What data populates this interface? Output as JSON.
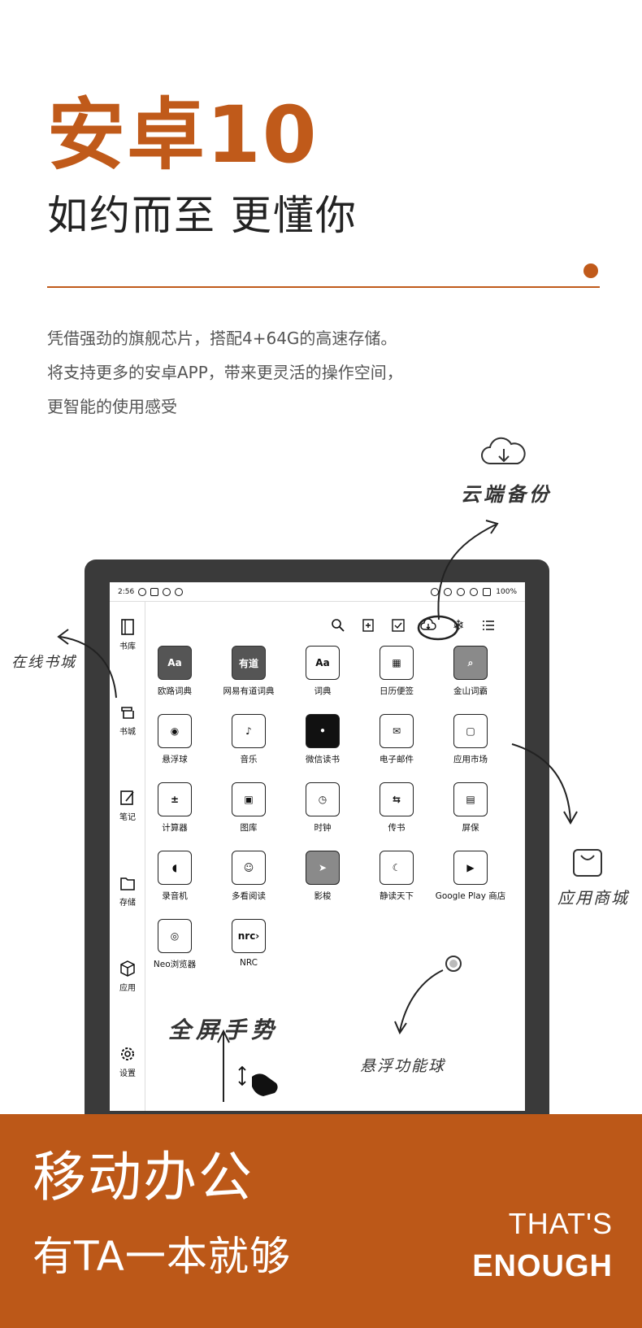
{
  "header": {
    "title": "安卓10",
    "subtitle": "如约而至 更懂你",
    "description": [
      "凭借强劲的旗舰芯片，搭配4+64G的高速存储。",
      "将支持更多的安卓APP，带来更灵活的操作空间，",
      "更智能的使用感受"
    ]
  },
  "annotations": {
    "cloud_backup": "云端备份",
    "online_store": "在线书城",
    "app_store": "应用商城",
    "fullscreen_gesture": "全屏手势",
    "floating_ball": "悬浮功能球"
  },
  "statusbar": {
    "time": "2:56",
    "battery": "100%"
  },
  "sidebar": {
    "items": [
      {
        "label": "书库",
        "icon": "book-icon"
      },
      {
        "label": "书城",
        "icon": "bookstore-icon"
      },
      {
        "label": "笔记",
        "icon": "note-icon"
      },
      {
        "label": "存储",
        "icon": "folder-icon"
      },
      {
        "label": "应用",
        "icon": "cube-icon"
      },
      {
        "label": "设置",
        "icon": "gear-icon"
      }
    ]
  },
  "apps": [
    {
      "label": "欧路词典",
      "glyph": "Aa",
      "style": "dark"
    },
    {
      "label": "网易有道词典",
      "glyph": "有道",
      "style": "dark"
    },
    {
      "label": "词典",
      "glyph": "Aa",
      "style": ""
    },
    {
      "label": "日历便签",
      "glyph": "▦",
      "style": ""
    },
    {
      "label": "金山词霸",
      "glyph": "⌕",
      "style": "grey"
    },
    {
      "label": "悬浮球",
      "glyph": "◉",
      "style": ""
    },
    {
      "label": "音乐",
      "glyph": "♪",
      "style": ""
    },
    {
      "label": "微信读书",
      "glyph": "•",
      "style": "black"
    },
    {
      "label": "电子邮件",
      "glyph": "✉",
      "style": ""
    },
    {
      "label": "应用市场",
      "glyph": "▢",
      "style": ""
    },
    {
      "label": "计算器",
      "glyph": "±",
      "style": ""
    },
    {
      "label": "图库",
      "glyph": "▣",
      "style": ""
    },
    {
      "label": "时钟",
      "glyph": "◷",
      "style": ""
    },
    {
      "label": "传书",
      "glyph": "⇆",
      "style": ""
    },
    {
      "label": "屏保",
      "glyph": "▤",
      "style": ""
    },
    {
      "label": "录音机",
      "glyph": "◖",
      "style": ""
    },
    {
      "label": "多看阅读",
      "glyph": "☺",
      "style": ""
    },
    {
      "label": "影梭",
      "glyph": "➤",
      "style": "grey"
    },
    {
      "label": "静读天下",
      "glyph": "☾",
      "style": ""
    },
    {
      "label": "Google Play 商店",
      "glyph": "▶",
      "style": ""
    },
    {
      "label": "Neo浏览器",
      "glyph": "◎",
      "style": ""
    },
    {
      "label": "NRC",
      "glyph": "nrc›",
      "style": ""
    }
  ],
  "banner": {
    "title": "移动办公",
    "subtitle": "有TA一本就够",
    "en_line1": "THAT'S",
    "en_line2": "ENOUGH"
  },
  "colors": {
    "accent": "#c05a1a",
    "banner": "#bc5818"
  }
}
